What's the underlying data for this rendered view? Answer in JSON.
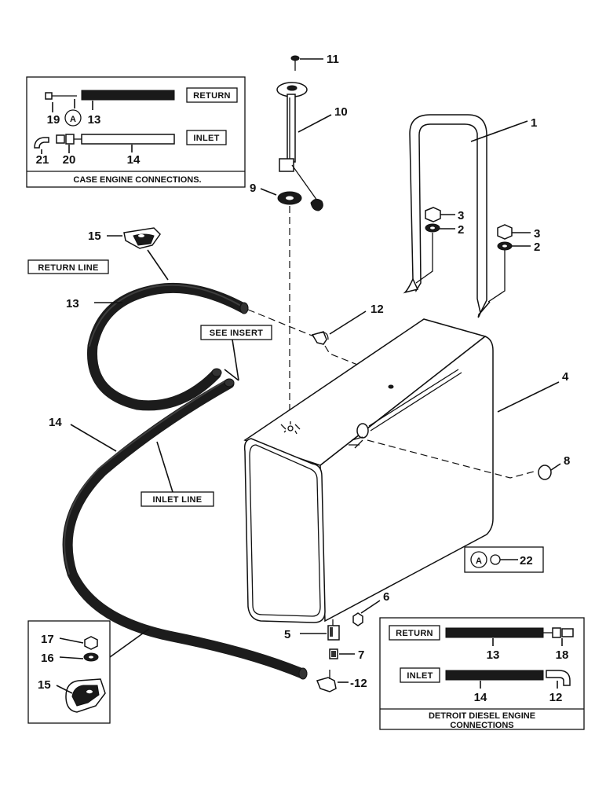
{
  "callouts": {
    "c1": "1",
    "c2a": "2",
    "c2b": "2",
    "c3a": "3",
    "c3b": "3",
    "c4": "4",
    "c5": "5",
    "c6": "6",
    "c7": "7",
    "c8": "8",
    "c9": "9",
    "c10": "10",
    "c11": "11",
    "c12a": "12",
    "c12b": "-12",
    "c13": "13",
    "c14": "14",
    "c15": "15",
    "c15b": "15",
    "c16": "16",
    "c17": "17",
    "c22": "22"
  },
  "labels": {
    "return_line": "RETURN LINE",
    "see_insert": "SEE INSERT",
    "inlet_line": "INLET LINE",
    "circle_a": "A"
  },
  "case_insert": {
    "return_label": "RETURN",
    "inlet_label": "INLET",
    "n19": "19",
    "nA": "A",
    "n13": "13",
    "n21": "21",
    "n20": "20",
    "n14": "14",
    "caption": "CASE ENGINE CONNECTIONS."
  },
  "detroit_insert": {
    "return_label": "RETURN",
    "inlet_label": "INLET",
    "n13": "13",
    "n18": "18",
    "n14": "14",
    "n12": "12",
    "caption_line1": "DETROIT DIESEL ENGINE",
    "caption_line2": "CONNECTIONS"
  },
  "clamp_legend": {
    "letter": "A",
    "number": "22"
  }
}
